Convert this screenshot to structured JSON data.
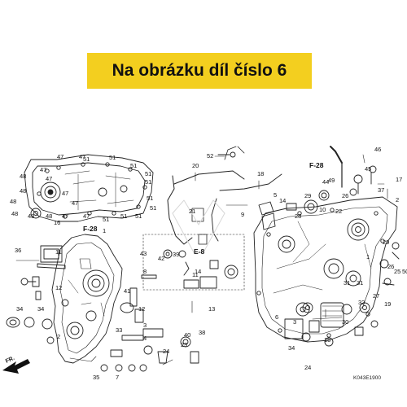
{
  "banner": {
    "text": "Na obrázku díl číslo 6",
    "color": "#f3cf1f"
  },
  "diagram": {
    "code": "K043E1900",
    "ref_labels": [
      "F-28",
      "F-28",
      "E-8",
      "FR."
    ],
    "part_numbers": [
      "52",
      "20",
      "18",
      "46",
      "45",
      "17",
      "44",
      "49",
      "37",
      "47",
      "51",
      "48",
      "5",
      "29",
      "26",
      "14",
      "22",
      "10",
      "28",
      "2",
      "50",
      "16",
      "9",
      "21",
      "36",
      "11",
      "43",
      "42",
      "39",
      "8",
      "1",
      "12",
      "34",
      "3",
      "4",
      "24",
      "33",
      "40",
      "23",
      "38",
      "13",
      "35",
      "7",
      "41",
      "15",
      "6",
      "30",
      "32",
      "27",
      "31",
      "25",
      "19"
    ],
    "part_labels": [
      "52",
      "20",
      "18",
      "46",
      "45",
      "17",
      "44",
      "49",
      "37",
      "26",
      "29",
      "14",
      "47",
      "47",
      "47",
      "47",
      "48",
      "48",
      "48",
      "48",
      "48",
      "48",
      "47",
      "47",
      "47",
      "47",
      "51",
      "51",
      "51",
      "51",
      "51",
      "51",
      "51",
      "51",
      "51",
      "51",
      "5",
      "22",
      "10",
      "28",
      "2",
      "50",
      "16",
      "9",
      "21",
      "36",
      "11",
      "34",
      "34",
      "12",
      "2",
      "43",
      "42",
      "39",
      "8",
      "14",
      "11",
      "1",
      "41",
      "12",
      "7",
      "35",
      "33",
      "3",
      "4",
      "24",
      "23",
      "40",
      "38",
      "13",
      "30",
      "32",
      "31",
      "27",
      "25",
      "19",
      "24",
      "34",
      "6",
      "3",
      "15",
      "26",
      "29",
      "31",
      "1"
    ]
  }
}
